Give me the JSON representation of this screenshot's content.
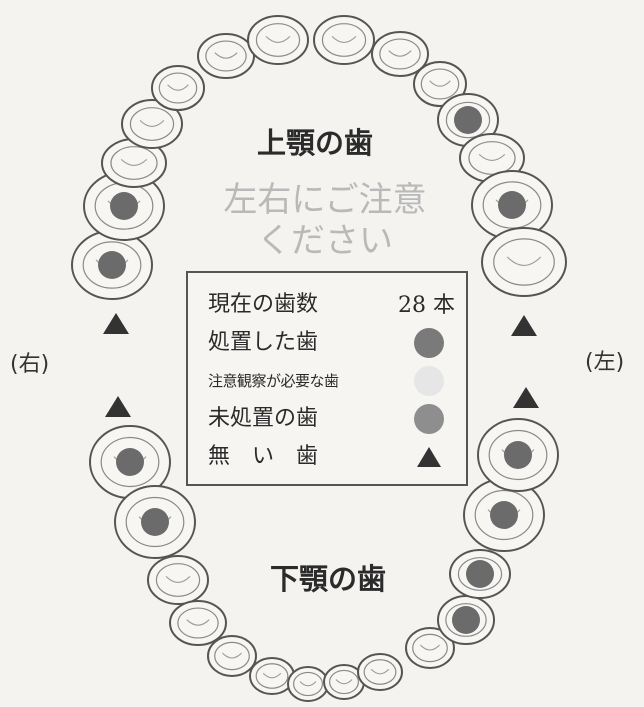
{
  "labels": {
    "upper_jaw": "上顎の歯",
    "lower_jaw": "下顎の歯",
    "caution_line1": "左右にご注意",
    "caution_line2": "ください",
    "side_right": "(右)",
    "side_left": "(左)"
  },
  "legend": {
    "current_teeth_label": "現在の歯数",
    "current_teeth_count": "28 本",
    "treated_label": "処置した歯",
    "observation_label": "注意観察が必要な歯",
    "untreated_label": "未処置の歯",
    "missing_label": "無　い　歯"
  },
  "colors": {
    "treated": "#7a7a7a",
    "observation": "#e6e6e6",
    "untreated": "#8e8e8e",
    "marked_tooth_dot": "#6b6b6b",
    "missing": "#333333",
    "outline": "#555555"
  }
}
